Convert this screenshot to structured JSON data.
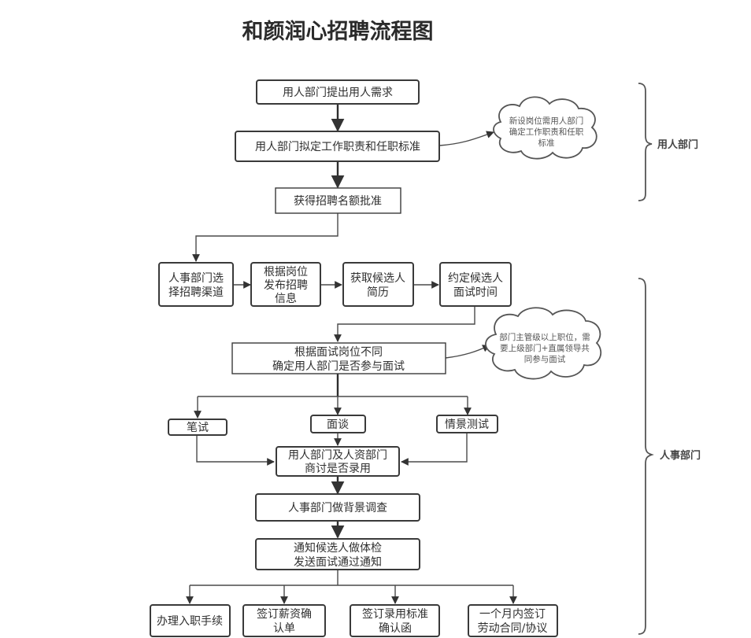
{
  "title": "和颜润心招聘流程图",
  "nodes": {
    "n1": [
      "用人部门提出用人需求"
    ],
    "n2": [
      "用人部门拟定工作职责和任职标准"
    ],
    "n3": [
      "获得招聘名额批准"
    ],
    "n4": [
      "人事部门选",
      "择招聘渠道"
    ],
    "n5": [
      "根据岗位",
      "发布招聘",
      "信息"
    ],
    "n6": [
      "获取候选人",
      "简历"
    ],
    "n7": [
      "约定候选人",
      "面试时间"
    ],
    "n8": [
      "根据面试岗位不同",
      "确定用人部门是否参与面试"
    ],
    "n9": [
      "笔试"
    ],
    "n10": [
      "面谈"
    ],
    "n11": [
      "情景测试"
    ],
    "n12": [
      "用人部门及人资部门",
      "商讨是否录用"
    ],
    "n13": [
      "人事部门做背景调查"
    ],
    "n14": [
      "通知候选人做体检",
      "发送面试通过通知"
    ],
    "n15": [
      "办理入职手续"
    ],
    "n16": [
      "签订薪资确",
      "认单"
    ],
    "n17": [
      "签订录用标准",
      "确认函"
    ],
    "n18": [
      "一个月内签订",
      "劳动合同/协议"
    ]
  },
  "notes": {
    "note1": [
      "新设岗位需用人部门",
      "确定工作职责和任职",
      "标准"
    ],
    "note2": [
      "部门主管级以上职位，需",
      "要上级部门+直属领导共",
      "同参与面试"
    ]
  },
  "groups": {
    "group1": "用人部门",
    "group2": "人事部门"
  }
}
